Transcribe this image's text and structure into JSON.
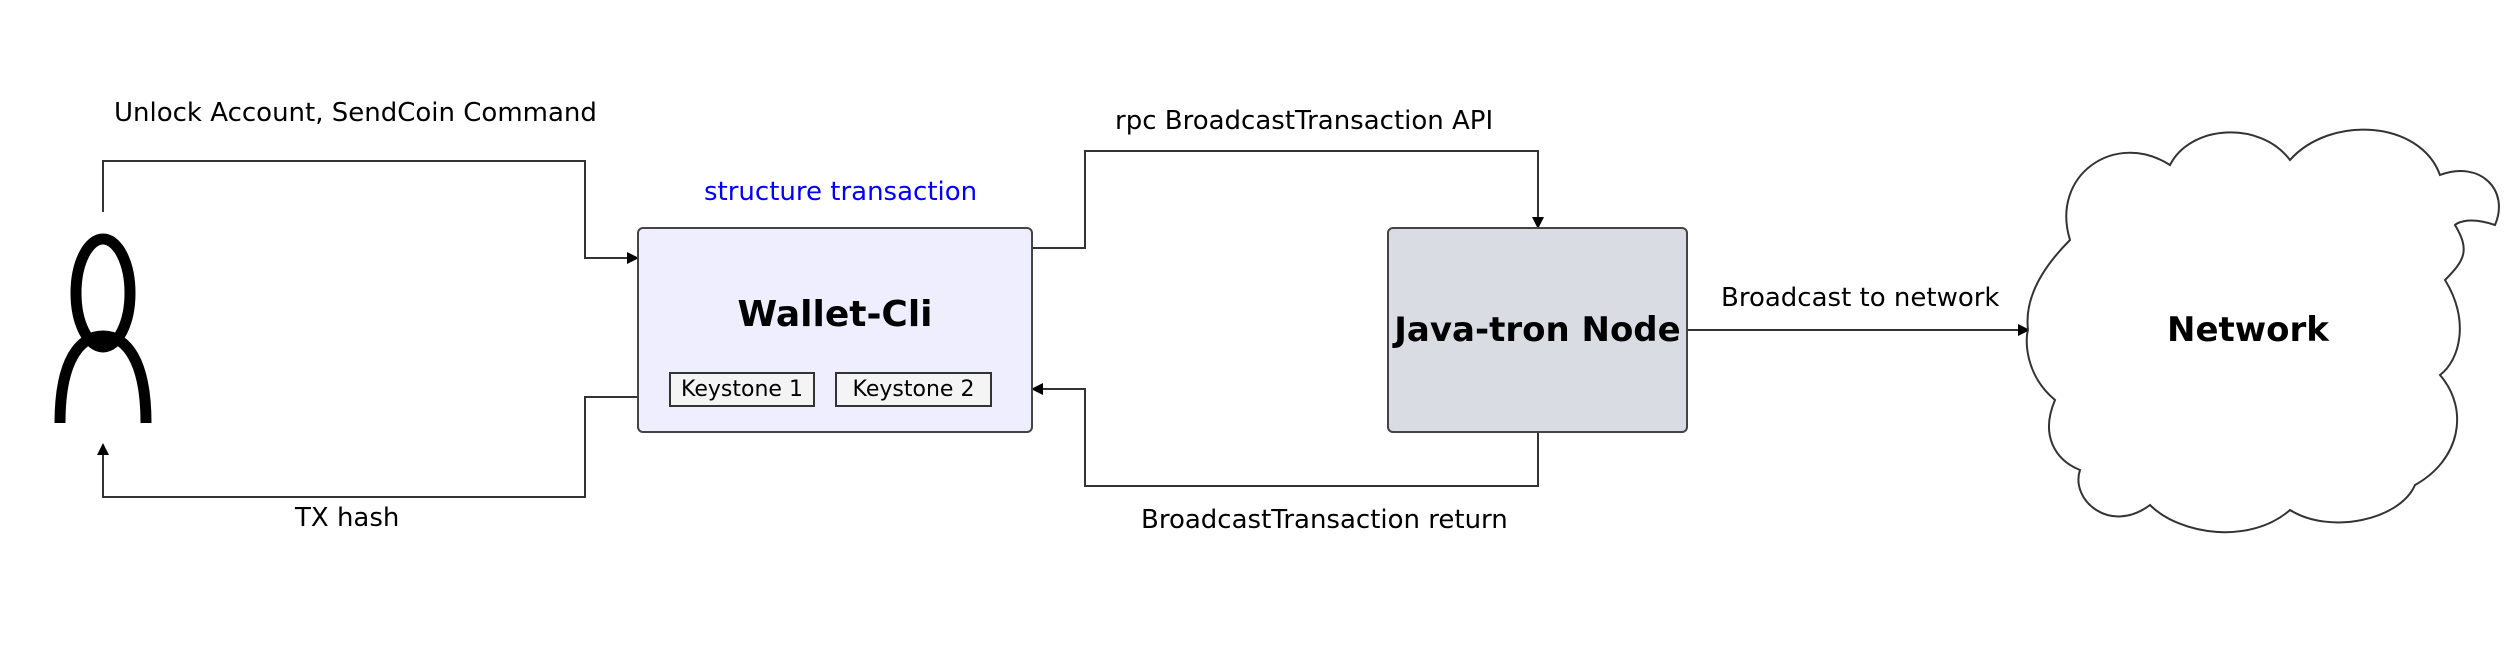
{
  "labels": {
    "user_to_wallet": "Unlock Account, SendCoin Command",
    "wallet_to_user": "TX hash",
    "structure": "structure transaction",
    "wallet_to_node": "rpc BroadcastTransaction API",
    "node_to_wallet": "BroadcastTransaction return",
    "node_to_network": "Broadcast to network"
  },
  "nodes": {
    "wallet": "Wallet-Cli",
    "keystone_1": "Keystone 1",
    "keystone_2": "Keystone 2",
    "java_node": "Java-tron Node",
    "network": "Network"
  },
  "colors": {
    "wallet_fill": "#eeeeff",
    "node_fill": "#d9dde3",
    "structure_text": "#0000ff"
  }
}
